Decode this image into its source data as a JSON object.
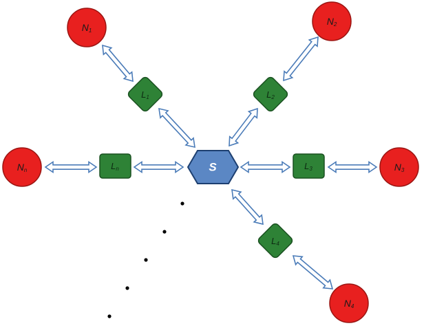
{
  "diagram": {
    "server": {
      "label": "S"
    },
    "nodes": [
      {
        "id": "n1",
        "label": "N",
        "sub": "1"
      },
      {
        "id": "n2",
        "label": "N",
        "sub": "2"
      },
      {
        "id": "n3",
        "label": "N",
        "sub": "3"
      },
      {
        "id": "n4",
        "label": "N",
        "sub": "4"
      },
      {
        "id": "nn",
        "label": "N",
        "sub": "n"
      }
    ],
    "links": [
      {
        "id": "l1",
        "label": "L",
        "sub": "1"
      },
      {
        "id": "l2",
        "label": "L",
        "sub": "2"
      },
      {
        "id": "l3",
        "label": "L",
        "sub": "3"
      },
      {
        "id": "l4",
        "label": "L",
        "sub": "4"
      },
      {
        "id": "ln",
        "label": "L",
        "sub": "n"
      }
    ]
  },
  "colors": {
    "node_fill": "#e8201f",
    "node_stroke": "#9b1512",
    "link_fill": "#2e8236",
    "link_stroke": "#1a5020",
    "server_fill": "#5b87c4",
    "server_stroke": "#1d3f70",
    "arrow_fill": "#ffffff",
    "arrow_stroke": "#4a7bb8",
    "ellipsis_dot": "#000000"
  }
}
